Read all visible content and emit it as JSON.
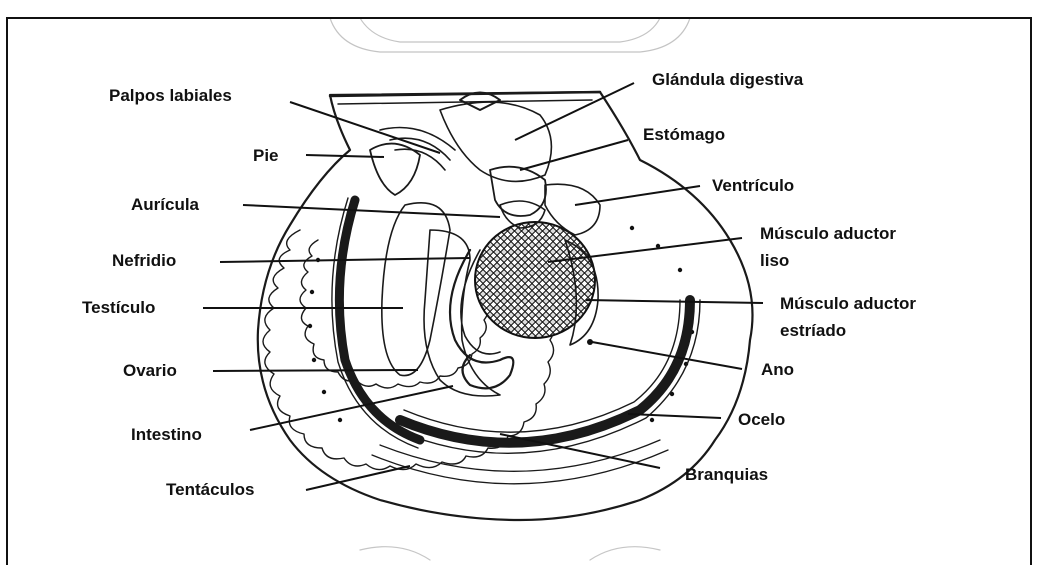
{
  "diagram": {
    "labels": {
      "palpos_labiales": "Palpos labiales",
      "pie": "Pie",
      "auricula": "Aurícula",
      "nefridio": "Nefridio",
      "testiculo": "Testículo",
      "ovario": "Ovario",
      "intestino": "Intestino",
      "tentaculos": "Tentáculos",
      "glandula_digestiva": "Glándula digestiva",
      "estomago": "Estómago",
      "ventriculo": "Ventrículo",
      "musculo_liso_1": "Músculo aductor",
      "musculo_liso_2": "liso",
      "musculo_estriado_1": "Músculo aductor",
      "musculo_estriado_2": "estríado",
      "ano": "Ano",
      "ocelo": "Ocelo",
      "branquias": "Branquias"
    },
    "colors": {
      "ink": "#1a1a1a",
      "background": "#ffffff",
      "frame": "#111111"
    }
  }
}
